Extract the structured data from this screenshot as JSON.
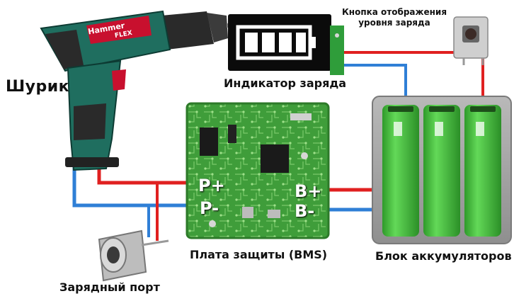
{
  "labels": {
    "drill": "Шурик",
    "indicator": "Индикатор заряда",
    "button": "Кнопка отображения уровня заряда",
    "bms": "Плата защиты (BMS)",
    "battery_pack": "Блок аккумуляторов",
    "charge_port": "Зарядный порт"
  },
  "pins": {
    "p_plus": "P+",
    "p_minus": "P-",
    "b_plus": "B+",
    "b_minus": "B-"
  },
  "brand": {
    "drill_logo": "Hammer",
    "drill_model": "FLEX"
  },
  "colors": {
    "wire_positive": "#e02020",
    "wire_negative": "#2f7fd6",
    "pcb": "#3f9d3a",
    "cell": "#48c43c",
    "drill_body": "#1f6e5f",
    "accent_red": "#c8102e"
  }
}
